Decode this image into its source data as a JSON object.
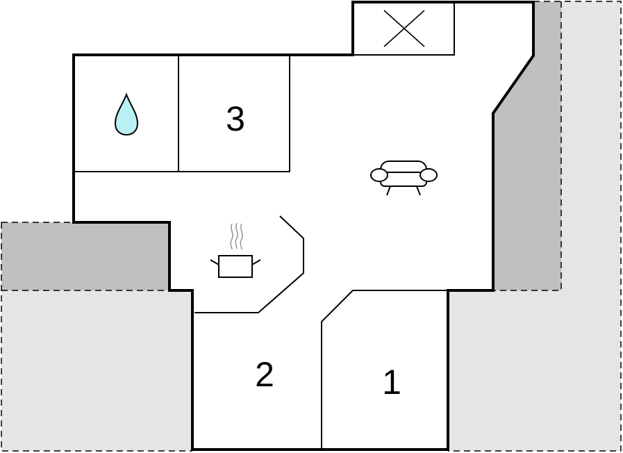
{
  "floorplan": {
    "rooms": [
      {
        "id": "bedroom-1",
        "label": "1"
      },
      {
        "id": "bedroom-2",
        "label": "2"
      },
      {
        "id": "bedroom-3",
        "label": "3"
      }
    ],
    "icons": {
      "bathroom": "water-drop-icon",
      "living": "sofa-icon",
      "kitchen": "cooking-pot-icon",
      "void": "x-cross-icon"
    },
    "colors": {
      "wall": "#000000",
      "floor": "#ffffff",
      "terrace": "#e5e5e5",
      "terrace_dark": "#c0c0c0",
      "water": "#b9f0f4"
    }
  }
}
